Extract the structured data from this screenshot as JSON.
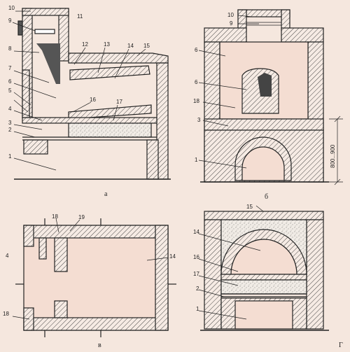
{
  "colors": {
    "background": "#f5e7de",
    "ink": "#222222",
    "brick_fill": "#f6ebe4",
    "cavity_fill": "#f4ddd2",
    "sand_fill": "#f1ece6"
  },
  "views": {
    "a": {
      "caption": "а",
      "labels": {
        "n1": "1",
        "n2": "2",
        "n3": "3",
        "n4": "4",
        "n5": "5",
        "n6": "6",
        "n7": "7",
        "n8": "8",
        "n9": "9",
        "n10": "10",
        "n11": "11",
        "n12": "12",
        "n13": "13",
        "n14": "14",
        "n15": "15",
        "n16": "16",
        "n17": "17"
      }
    },
    "b": {
      "caption": "б",
      "dimension": "800...900",
      "labels": {
        "n1": "1",
        "n3": "3",
        "n6a": "6",
        "n6b": "6",
        "n9": "9",
        "n10": "10",
        "n18": "18"
      }
    },
    "v": {
      "caption": "в",
      "labels": {
        "n4": "4",
        "n14": "14",
        "n18a": "18",
        "n18b": "18",
        "n19": "19"
      }
    },
    "g": {
      "caption": "Г",
      "labels": {
        "n1": "1",
        "n2": "2",
        "n14": "14",
        "n15": "15",
        "n16": "16",
        "n17": "17"
      }
    }
  }
}
